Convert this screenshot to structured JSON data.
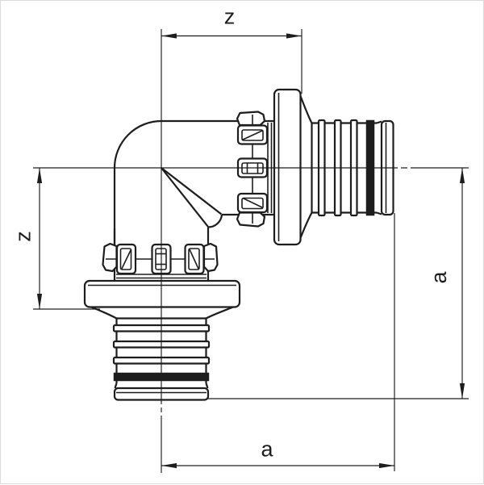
{
  "drawing": {
    "background_color": "#ffffff",
    "line_color": "#1d1d1d",
    "part": "90-degree elbow fitting, two barbed connectors with sliding-sleeve flanges",
    "dimensions": {
      "top": {
        "label": "z"
      },
      "left": {
        "label": "z"
      },
      "right": {
        "label": "a"
      },
      "bottom": {
        "label": "a"
      }
    }
  }
}
